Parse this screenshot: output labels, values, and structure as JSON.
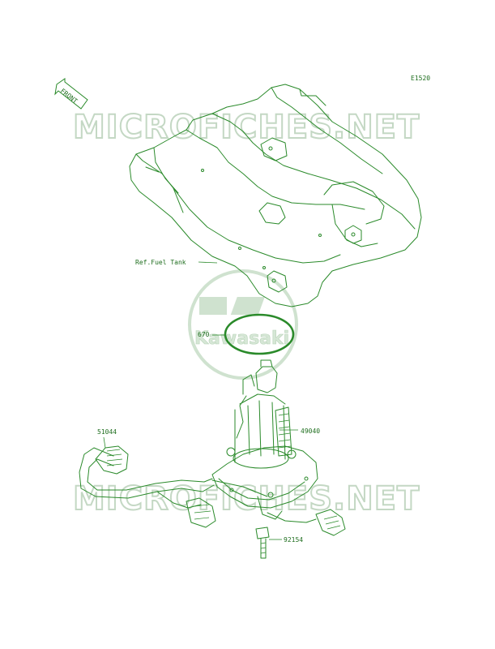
{
  "diagram_code": "E1520",
  "front_label": "FRONT",
  "watermark_text": "MICROFICHES.NET",
  "logo_text": "Kawasaki",
  "parts": [
    {
      "id": "ref-fuel-tank",
      "label": "Ref.Fuel Tank"
    },
    {
      "id": "670",
      "label": "670"
    },
    {
      "id": "49040",
      "label": "49040"
    },
    {
      "id": "51044",
      "label": "51044"
    },
    {
      "id": "92154",
      "label": "92154"
    }
  ],
  "colors": {
    "line": "#2a8a2a",
    "watermark": "#c4d8c4"
  }
}
